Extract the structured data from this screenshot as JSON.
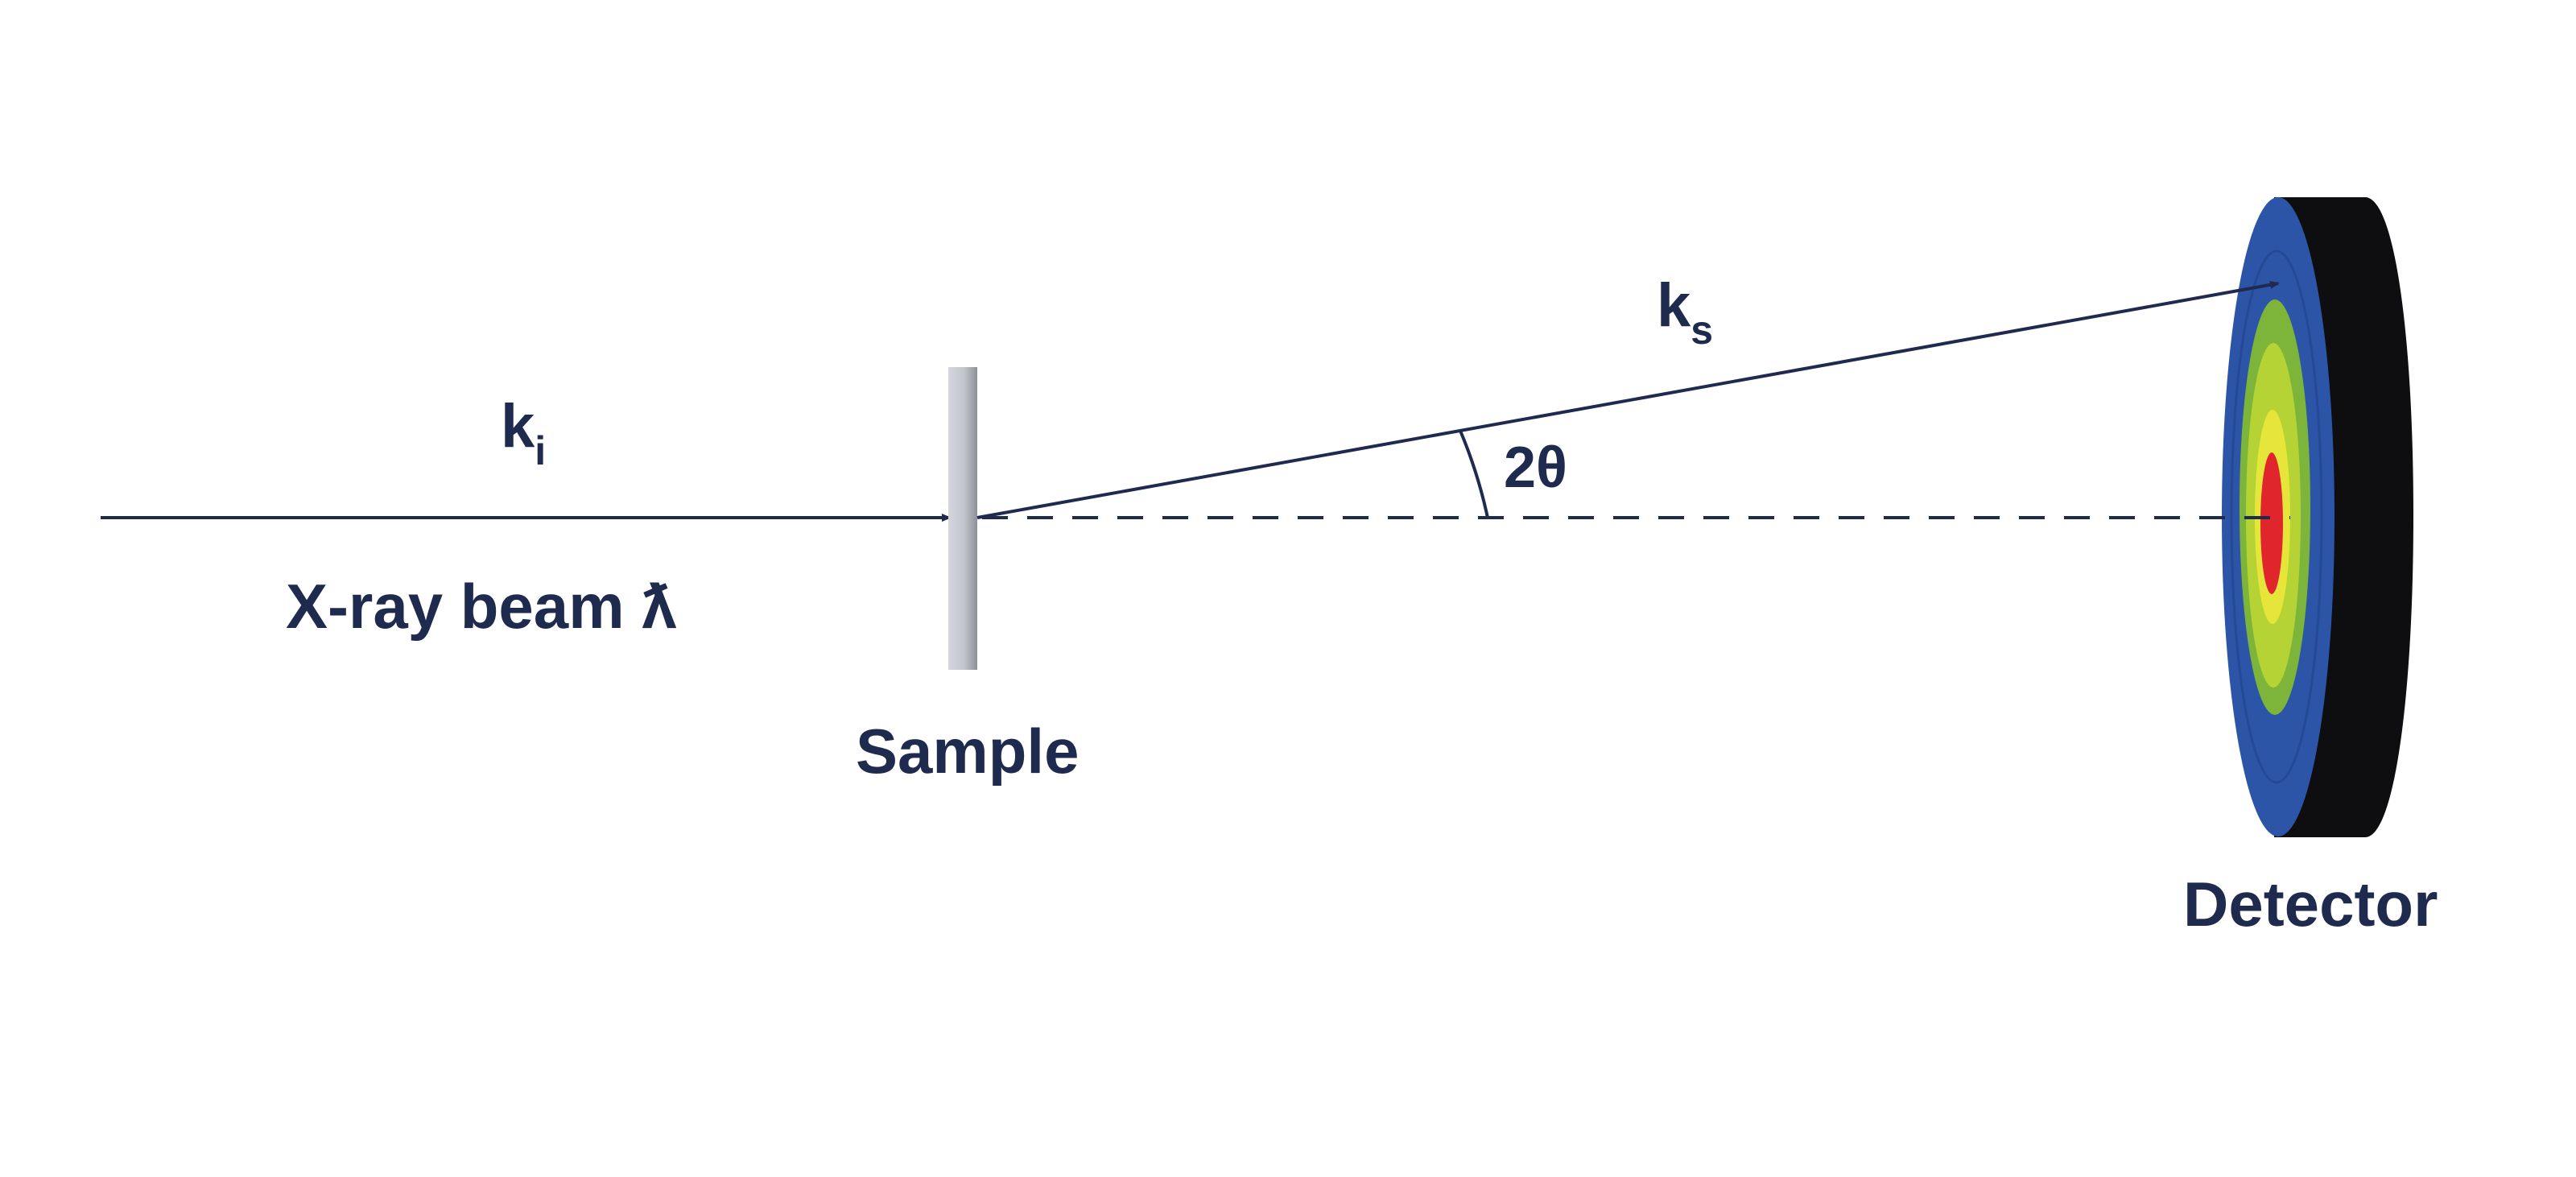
{
  "labels": {
    "incident_wavevector": "k",
    "incident_subscript": "i",
    "scattered_wavevector": "k",
    "scattered_subscript": "s",
    "beam": "X-ray beam ƛ",
    "angle": "2θ",
    "sample": "Sample",
    "detector": "Detector"
  },
  "colors": {
    "ink": "#1f2a4f",
    "sample_light": "#d4d6dc",
    "sample_dark": "#8d9098",
    "detector_body": "#0e0e10",
    "detector_ring_blue": "#2c55a8",
    "detector_ring_green": "#7db43a",
    "detector_ring_yellowgreen": "#b5d334",
    "detector_ring_yellow": "#e6e63a",
    "detector_center_red": "#e0262c"
  }
}
